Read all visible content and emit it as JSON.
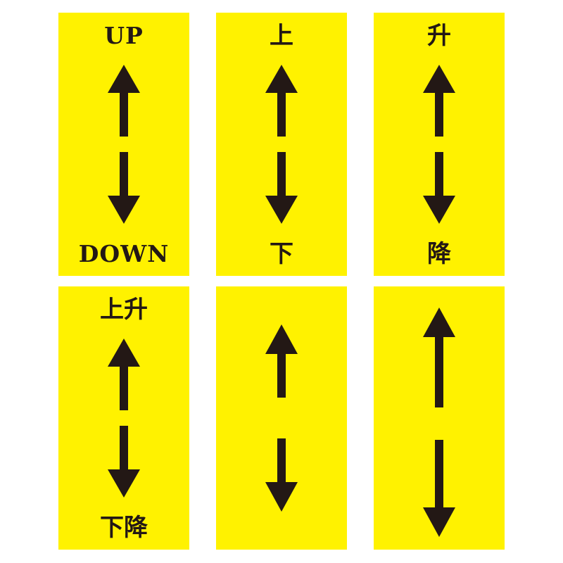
{
  "panels": [
    {
      "id": "up-down-en",
      "top_label": "UP",
      "bottom_label": "DOWN",
      "arrows": [
        "up-arrow-icon",
        "down-arrow-icon"
      ]
    },
    {
      "id": "up-down-zh-1",
      "top_label": "上",
      "bottom_label": "下",
      "arrows": [
        "up-arrow-icon",
        "down-arrow-icon"
      ]
    },
    {
      "id": "up-down-zh-2",
      "top_label": "升",
      "bottom_label": "降",
      "arrows": [
        "up-arrow-icon",
        "down-arrow-icon"
      ]
    },
    {
      "id": "up-down-zh-3",
      "top_label": "上升",
      "bottom_label": "下降",
      "arrows": [
        "up-arrow-icon",
        "down-arrow-icon"
      ]
    },
    {
      "id": "arrows-only",
      "arrows": [
        "up-arrow-icon",
        "down-arrow-icon"
      ]
    },
    {
      "id": "long-arrows-only",
      "arrows": [
        "up-arrow-icon",
        "down-arrow-icon"
      ]
    }
  ],
  "colors": {
    "panel_background": "#fff200",
    "ink": "#231815",
    "page_background": "#ffffff"
  }
}
